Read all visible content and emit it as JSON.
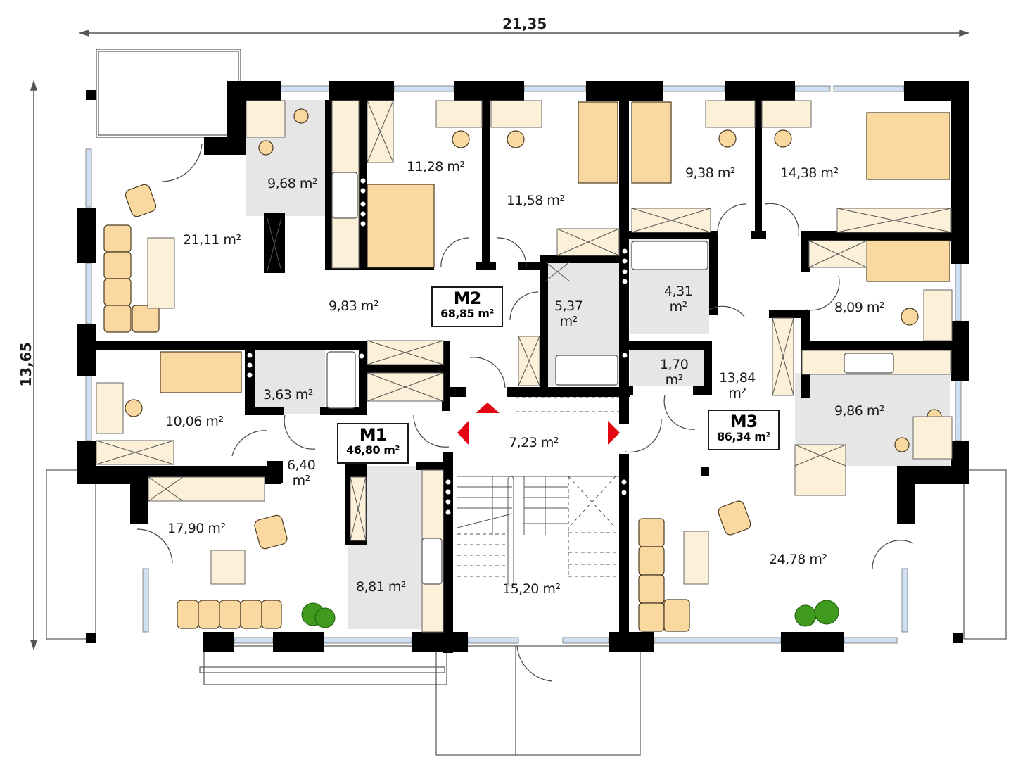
{
  "dimensions": {
    "width": "21,35",
    "height": "13,65"
  },
  "apartments": [
    {
      "id": "M1",
      "name": "M1",
      "area": "46,80 m²"
    },
    {
      "id": "M2",
      "name": "M2",
      "area": "68,85 m²"
    },
    {
      "id": "M3",
      "name": "M3",
      "area": "86,34 m²"
    }
  ],
  "rooms": {
    "m2_living": "21,11 m²",
    "m2_kitchen": "9,68 m²",
    "m2_bedroom_1": "11,28 m²",
    "m2_bedroom_2": "11,58 m²",
    "m2_hall": "9,83 m²",
    "m2_bathroom_line1": "5,37",
    "m2_bathroom_line2": "m²",
    "m3_bathroom_line1": "4,31",
    "m3_bathroom_line2": "m²",
    "m3_bedroom_1": "9,38 m²",
    "m3_bedroom_2": "14,38 m²",
    "m3_bedroom_3": "8,09 m²",
    "m3_wc_line1": "1,70",
    "m3_wc_line2": "m²",
    "m3_hall_line1": "13,84",
    "m3_hall_line2": "m²",
    "m3_kitchen": "9,86 m²",
    "m3_living": "24,78 m²",
    "m1_bedroom": "10,06 m²",
    "m1_bathroom": "3,63 m²",
    "m1_hall_line1": "6,40",
    "m1_hall_line2": "m²",
    "m1_living": "17,90 m²",
    "m1_kitchen": "8,81 m²",
    "landing": "7,23 m²",
    "staircase": "15,20 m²"
  },
  "colors": {
    "wall": "#000000",
    "furniture": "#f9d9a0",
    "furniture_light": "#fdf0d8",
    "wet_floor": "#e6e6e6",
    "window_glass": "#cfe0f3",
    "entry_marker": "#e30613",
    "plant": "#2e8b1e"
  }
}
